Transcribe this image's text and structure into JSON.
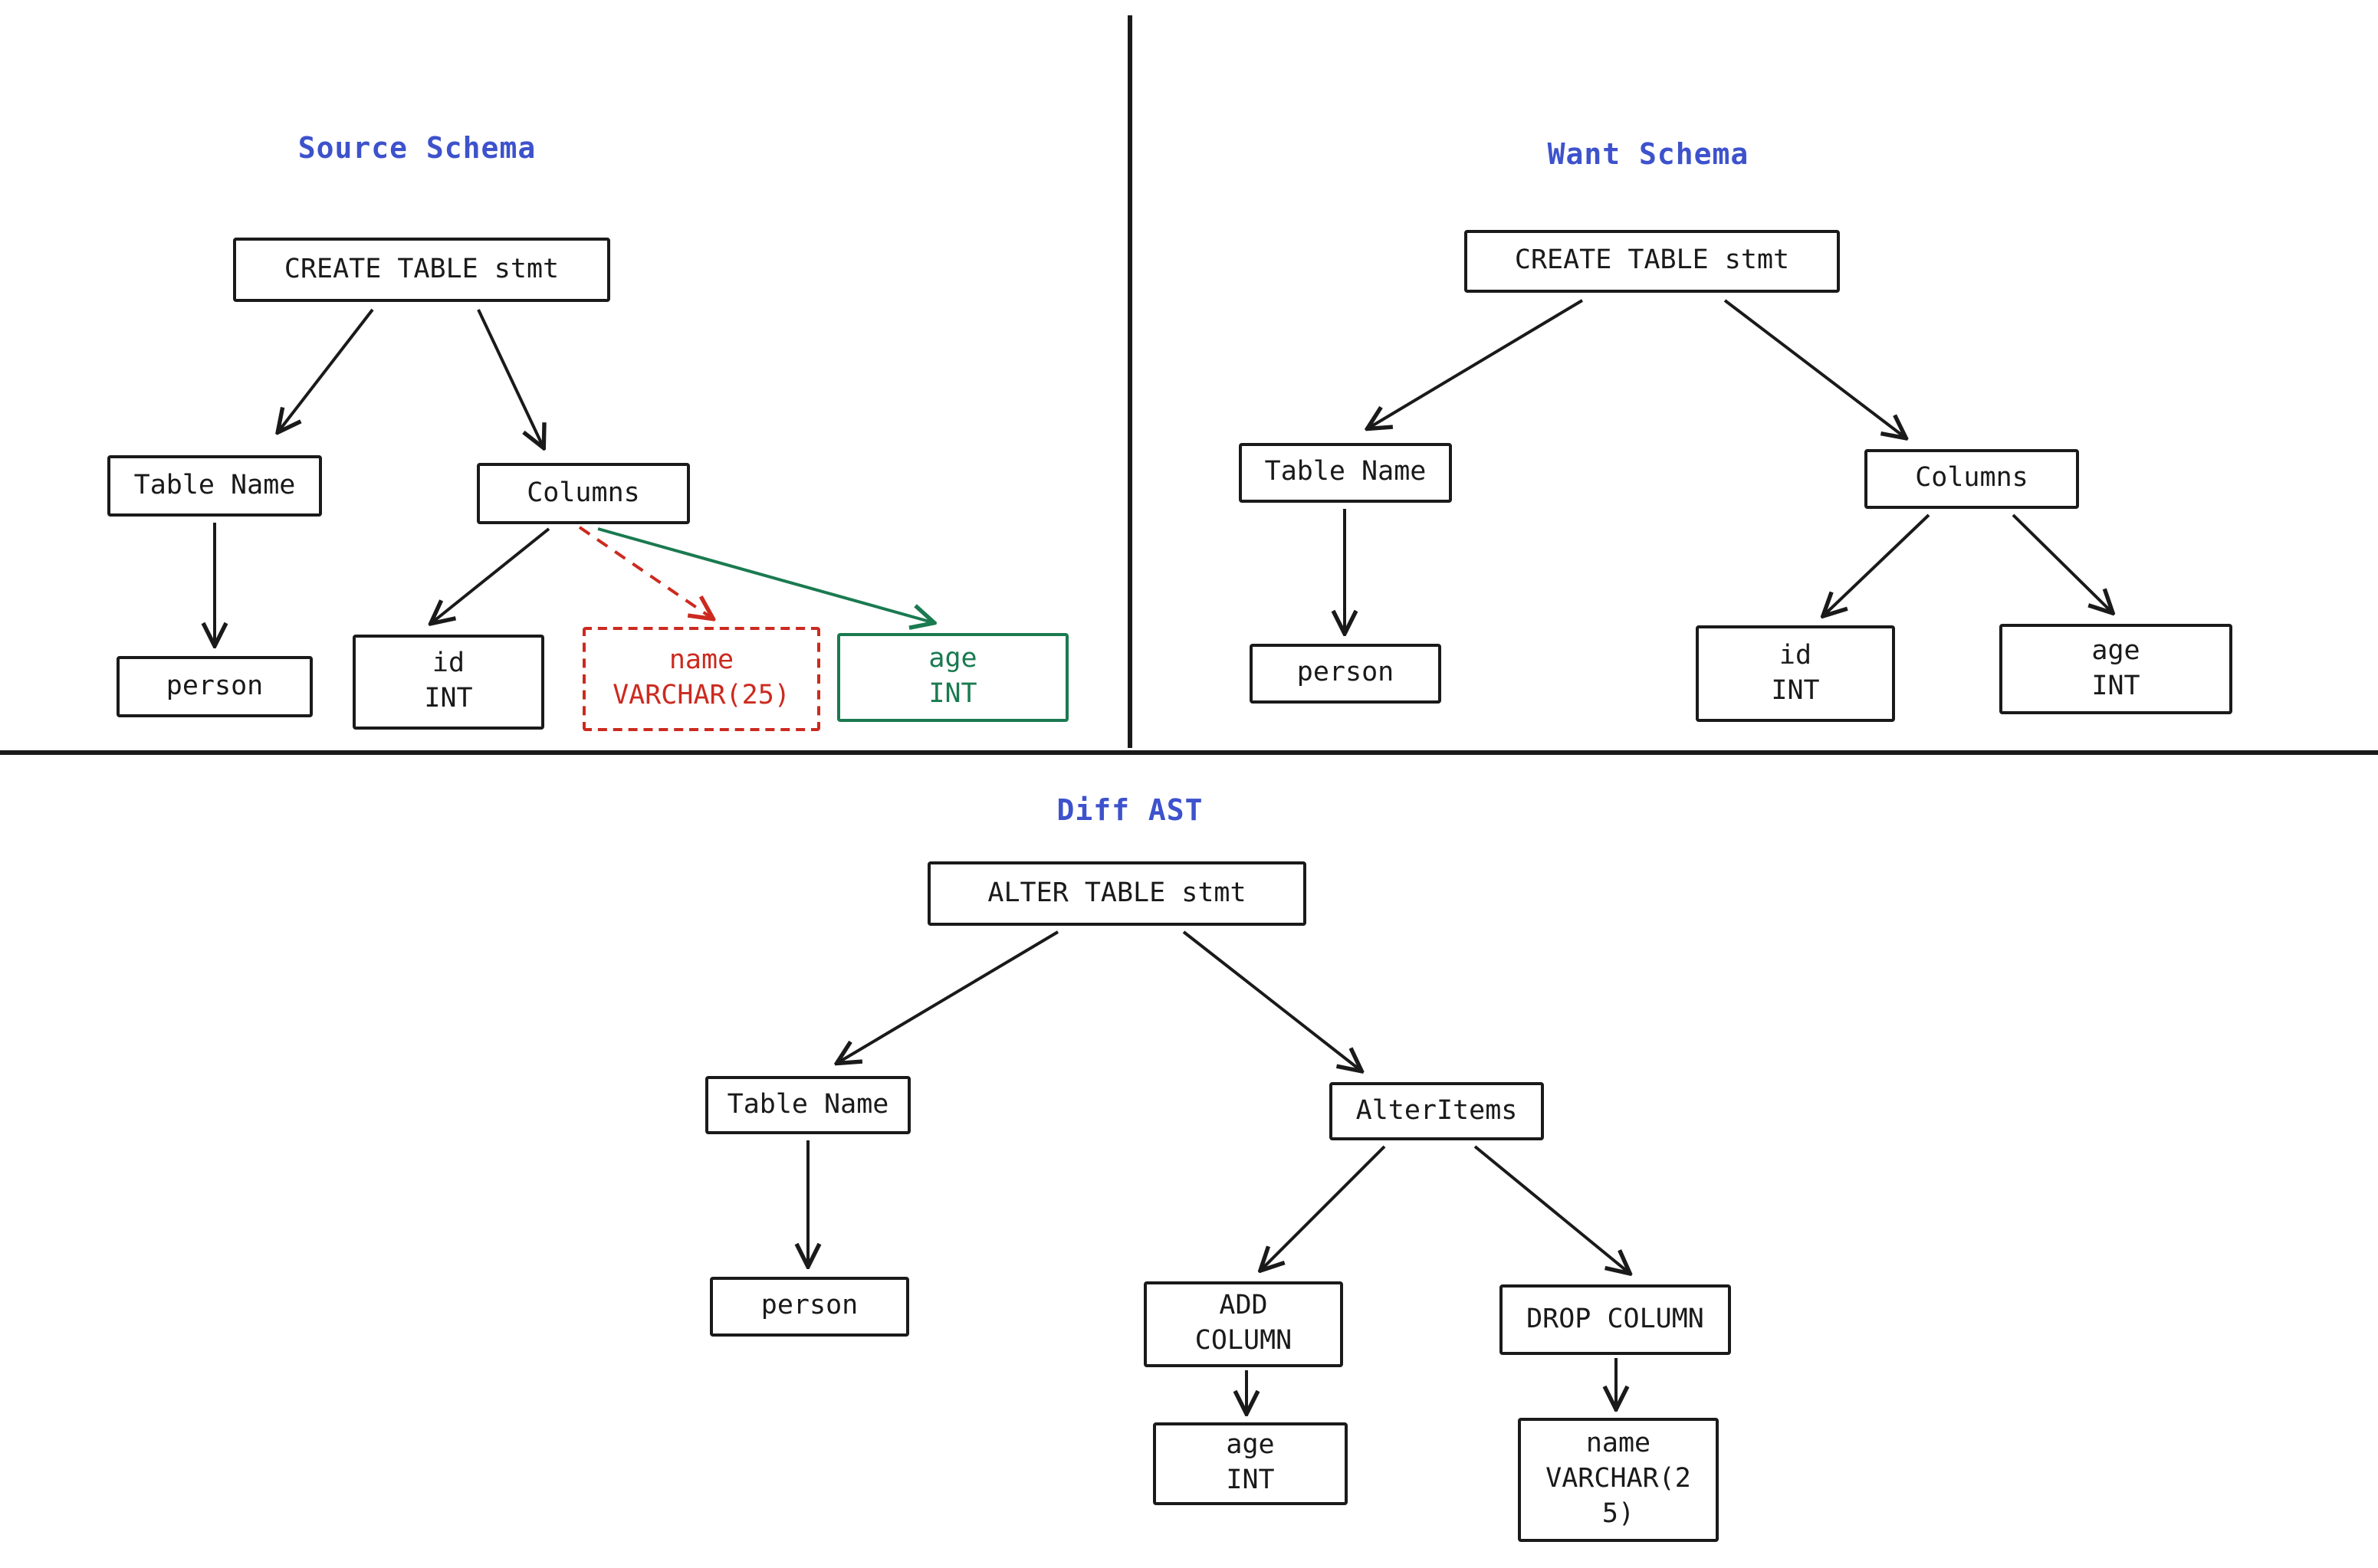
{
  "panels": {
    "source": {
      "title": "Source Schema",
      "nodes": {
        "create": "CREATE TABLE stmt",
        "table_name": "Table Name",
        "columns": "Columns",
        "person": "person",
        "id_int": "id\nINT",
        "name_varchar": "name\nVARCHAR(25)",
        "age_int": "age\nINT"
      }
    },
    "want": {
      "title": "Want Schema",
      "nodes": {
        "create": "CREATE TABLE stmt",
        "table_name": "Table Name",
        "columns": "Columns",
        "person": "person",
        "id_int": "id\nINT",
        "age_int": "age\nINT"
      }
    },
    "diff": {
      "title": "Diff AST",
      "nodes": {
        "alter": "ALTER TABLE stmt",
        "table_name": "Table Name",
        "alter_items": "AlterItems",
        "person": "person",
        "add_column": "ADD\nCOLUMN",
        "drop_column": "DROP COLUMN",
        "age_int": "age\nINT",
        "name_varchar": "name\nVARCHAR(2\n5)"
      }
    }
  },
  "colors": {
    "title_blue": "#3d52cc",
    "removed_red": "#cc2a1f",
    "added_green": "#1a7a50",
    "line_black": "#1a1a1a",
    "background": "#ffffff"
  }
}
